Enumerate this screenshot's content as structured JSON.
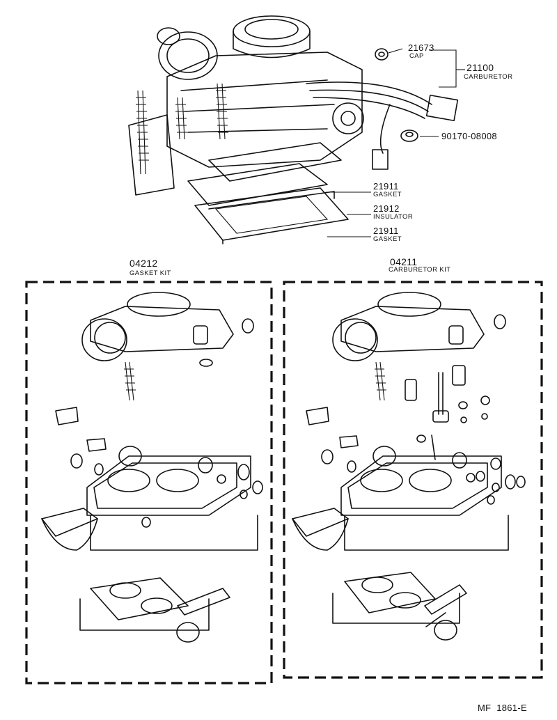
{
  "labels": {
    "p21673": {
      "num": "21673",
      "name": "CAP"
    },
    "p21100": {
      "num": "21100",
      "name": "CARBURETOR"
    },
    "p90170": {
      "num": "90170-08008"
    },
    "p21911a": {
      "num": "21911",
      "name": "GASKET"
    },
    "p21912": {
      "num": "21912",
      "name": "INSULATOR"
    },
    "p21911b": {
      "num": "21911",
      "name": "GASKET"
    },
    "p04212": {
      "num": "04212",
      "name": "GASKET KIT"
    },
    "p04211": {
      "num": "04211",
      "name": "CARBURETOR KIT"
    }
  },
  "footer": {
    "code": "MF  1861-E"
  }
}
